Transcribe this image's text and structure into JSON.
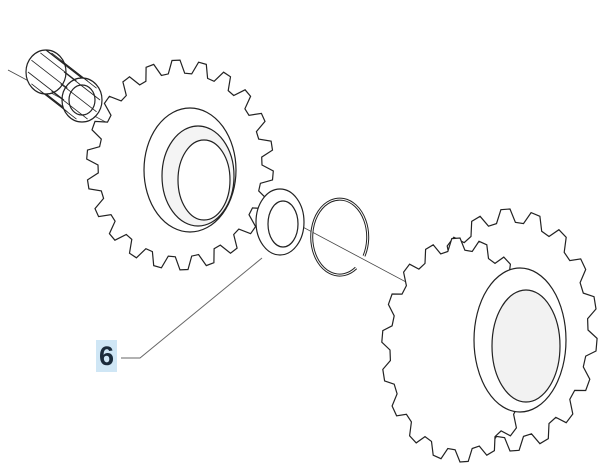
{
  "diagram": {
    "type": "exploded-parts-view",
    "parts": [
      {
        "name": "needle-bearing"
      },
      {
        "name": "gear"
      },
      {
        "name": "thrust-washer",
        "callout": "6"
      },
      {
        "name": "circlip"
      },
      {
        "name": "double-gear"
      }
    ],
    "callouts": [
      {
        "label": "6",
        "highlight": "#cfe6f5"
      }
    ],
    "colors": {
      "line": "#222222",
      "shade": "#bbbbbb"
    }
  }
}
